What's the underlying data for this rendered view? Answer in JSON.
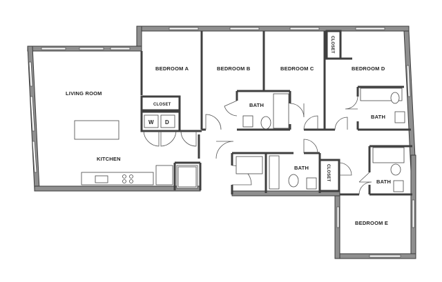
{
  "rooms": {
    "living_room": "LIVING ROOM",
    "kitchen": "KITCHEN",
    "bedroom_a": "BEDROOM A",
    "bedroom_b": "BEDROOM B",
    "bedroom_c": "BEDROOM C",
    "bedroom_d": "BEDROOM D",
    "bedroom_e": "BEDROOM E",
    "bath_1": "BATH",
    "bath_2": "BATH",
    "bath_3": "BATH",
    "bath_4": "BATH",
    "closet_a": "CLOSET",
    "closet_d": "CLOSET",
    "closet_hall": "CLOSET"
  },
  "appliances": {
    "washer": "W",
    "dryer": "D"
  }
}
